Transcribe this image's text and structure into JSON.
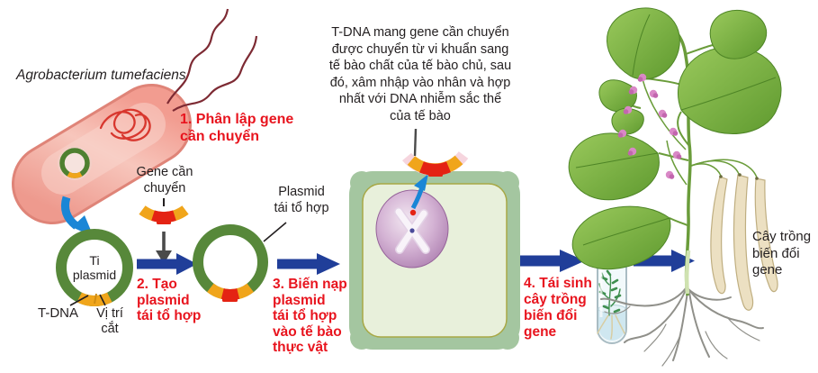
{
  "title": "Gene transfer into plants using Agrobacterium tumefaciens (Ti plasmid) diagram",
  "labels": {
    "bacterium": "Agrobacterium tumefaciens",
    "gene_to_transfer": "Gene cần\nchuyển",
    "ti_plasmid": "Ti\nplasmid",
    "t_dna": "T-DNA",
    "cut_site": "Vị trí\ncắt",
    "recombinant_plasmid": "Plasmid\ntái tổ hợp",
    "gm_plant": "Cây trồng\nbiến đổi\ngene"
  },
  "steps": [
    {
      "label": "1. Phân lập gene\ncần chuyển"
    },
    {
      "label": "2. Tạo\nplasmid\ntái tổ hợp"
    },
    {
      "label": "3. Biến nạp\nplasmid\ntái tổ hợp\nvào tế bào\nthực vật"
    },
    {
      "label": "4. Tái sinh\ncây trồng\nbiến đổi\ngene"
    }
  ],
  "note": "T-DNA mang gene cần chuyển\nđược chuyển từ vi khuẩn sang\ntế bào chất của tế bào chủ, sau\nđó, xâm nhập vào nhân và hợp\nnhất với DNA nhiễm sắc thể\ncủa tế bào",
  "colors": {
    "step_text_red": "#e8141e",
    "text_black": "#231f20",
    "arrow_dark_blue": "#203e99",
    "arrow_bright_blue": "#1a86d6",
    "plasmid_green": "#57883a",
    "gene_segment_yellow": "#f0a51b",
    "gene_segment_red": "#e42313",
    "bacterium_pink": "#ee9a8e",
    "cell_wall_green": "#a4c6a0",
    "cytoplasm_green": "#e8f0db",
    "nucleus_purple": "#a878ab"
  }
}
